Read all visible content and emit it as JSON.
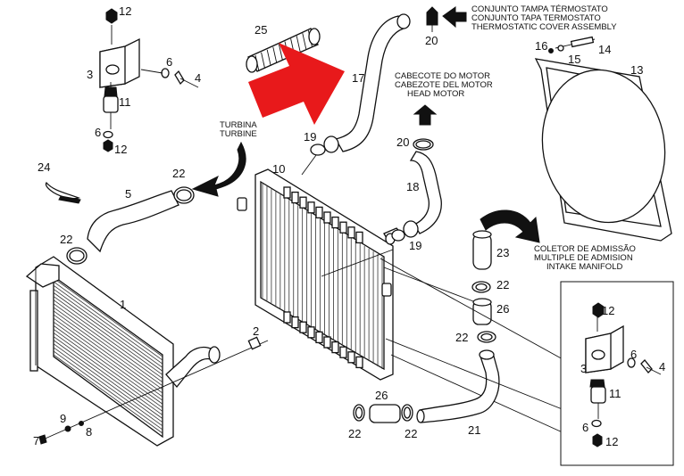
{
  "callouts": {
    "thermostat": [
      "CONJUNTO TAMPA TÉRMOSTATO",
      "CONJUNTO TAPA TERMOSTATO",
      "THERMOSTATIC COVER ASSEMBLY"
    ],
    "head_motor": [
      "CABECOTE DO MOTOR",
      "CABEZOTE DEL MOTOR",
      "HEAD MOTOR"
    ],
    "turbine": [
      "TURBINA",
      "TURBINE"
    ],
    "intake": [
      "COLETOR DE ADMISSÃO",
      "MULTIPLE DE ADMISION",
      "INTAKE MANIFOLD"
    ]
  },
  "part_numbers": {
    "p1": "1",
    "p2": "2",
    "p3a": "3",
    "p3b": "3",
    "p4a": "4",
    "p4b": "4",
    "p5": "5",
    "p6a": "6",
    "p6b": "6",
    "p6c": "6",
    "p6d": "6",
    "p7": "7",
    "p8": "8",
    "p9": "9",
    "p10": "10",
    "p11a": "11",
    "p11b": "11",
    "p12a": "12",
    "p12b": "12",
    "p12c": "12",
    "p12d": "12",
    "p13": "13",
    "p14": "14",
    "p15": "15",
    "p16": "16",
    "p17": "17",
    "p18": "18",
    "p19a": "19",
    "p19b": "19",
    "p20a": "20",
    "p20b": "20",
    "p21": "21",
    "p22a": "22",
    "p22b": "22",
    "p22c": "22",
    "p22d": "22",
    "p22e": "22",
    "p22f": "22",
    "p23": "23",
    "p24": "24",
    "p25": "25",
    "p26a": "26",
    "p26b": "26"
  },
  "colors": {
    "highlight_arrow": "#e8191b",
    "line": "#111111"
  }
}
